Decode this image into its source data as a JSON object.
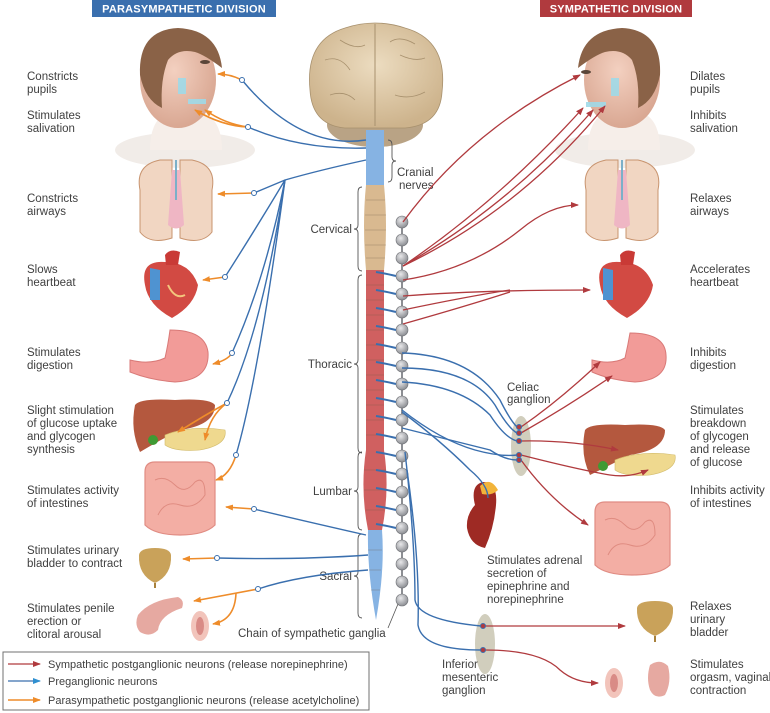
{
  "headers": {
    "parasympathetic": "PARASYMPATHETIC DIVISION",
    "sympathetic": "SYMPATHETIC DIVISION"
  },
  "colors": {
    "parasympathetic_header": "#3a6fae",
    "sympathetic_header": "#b03a3e",
    "sympathetic_postganglionic": "#b03a3e",
    "preganglionic": "#3a6fae",
    "parasympathetic_postganglionic": "#ee8c2a"
  },
  "parasympathetic_effects": [
    {
      "organ": "eye",
      "lines": [
        "Constricts",
        "pupils"
      ]
    },
    {
      "organ": "salivary-glands",
      "lines": [
        "Stimulates",
        "salivation"
      ]
    },
    {
      "organ": "lungs",
      "lines": [
        "Constricts",
        "airways"
      ]
    },
    {
      "organ": "heart",
      "lines": [
        "Slows",
        "heartbeat"
      ]
    },
    {
      "organ": "stomach",
      "lines": [
        "Stimulates",
        "digestion"
      ]
    },
    {
      "organ": "liver-pancreas",
      "lines": [
        "Slight stimulation",
        "of glucose uptake",
        "and glycogen",
        "synthesis"
      ]
    },
    {
      "organ": "intestines",
      "lines": [
        "Stimulates activity",
        "of intestines"
      ]
    },
    {
      "organ": "bladder",
      "lines": [
        "Stimulates urinary",
        "bladder to contract"
      ]
    },
    {
      "organ": "genitals",
      "lines": [
        "Stimulates penile",
        "erection or",
        "clitoral arousal"
      ]
    }
  ],
  "sympathetic_effects": [
    {
      "organ": "eye",
      "lines": [
        "Dilates",
        "pupils"
      ]
    },
    {
      "organ": "salivary-glands",
      "lines": [
        "Inhibits",
        "salivation"
      ]
    },
    {
      "organ": "lungs",
      "lines": [
        "Relaxes",
        "airways"
      ]
    },
    {
      "organ": "heart",
      "lines": [
        "Accelerates",
        "heartbeat"
      ]
    },
    {
      "organ": "stomach",
      "lines": [
        "Inhibits",
        "digestion"
      ]
    },
    {
      "organ": "liver-pancreas",
      "lines": [
        "Stimulates",
        "breakdown",
        "of glycogen",
        "and release",
        "of glucose"
      ]
    },
    {
      "organ": "intestines",
      "lines": [
        "Inhibits activity",
        "of intestines"
      ]
    },
    {
      "organ": "adrenal",
      "lines": [
        "Stimulates adrenal",
        "secretion of",
        "epinephrine and",
        "norepinephrine"
      ]
    },
    {
      "organ": "bladder",
      "lines": [
        "Relaxes",
        "urinary",
        "bladder"
      ]
    },
    {
      "organ": "genitals",
      "lines": [
        "Stimulates",
        "orgasm, vaginal",
        "contraction"
      ]
    }
  ],
  "spinal_regions": {
    "cranial": [
      "Cranial",
      "nerves"
    ],
    "cervical": "Cervical",
    "thoracic": "Thoracic",
    "lumbar": "Lumbar",
    "sacral": "Sacral"
  },
  "ganglia": {
    "chain": "Chain of  sympathetic ganglia",
    "celiac": [
      "Celiac",
      "ganglion"
    ],
    "inferior_mesenteric": [
      "Inferior",
      "mesenteric",
      "ganglion"
    ]
  },
  "legend": [
    {
      "type": "sympathetic-postganglionic",
      "label": "Sympathetic postganglionic neurons (release norepinephrine)"
    },
    {
      "type": "preganglionic",
      "label": "Preganglionic neurons"
    },
    {
      "type": "parasympathetic-postganglionic",
      "label": "Parasympathetic postganglionic neurons (release acetylcholine)"
    }
  ]
}
